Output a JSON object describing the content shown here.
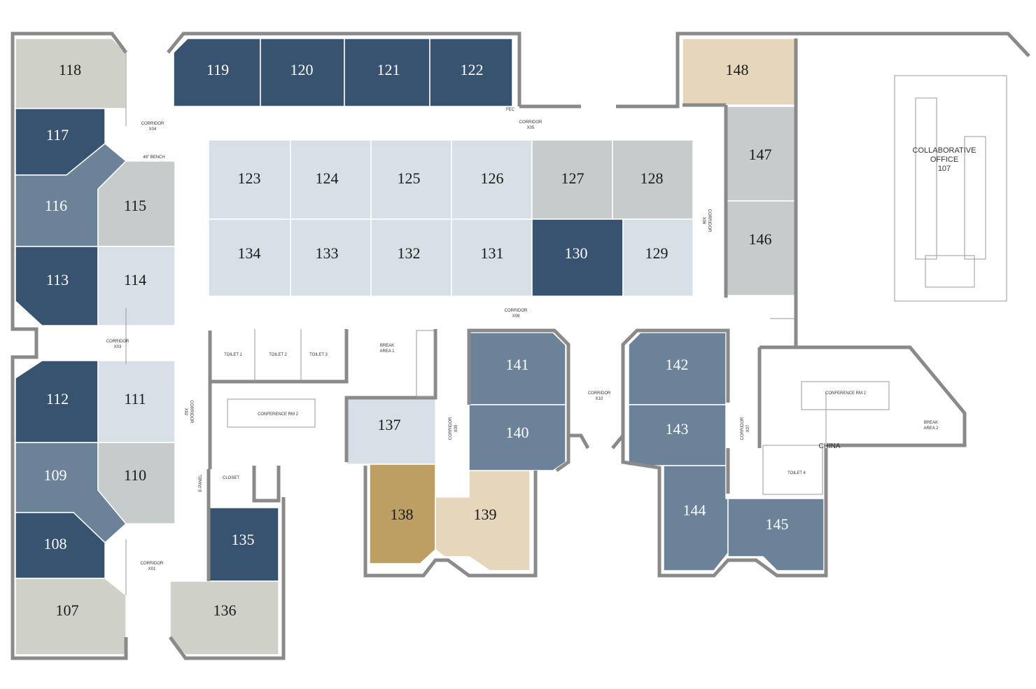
{
  "colors": {
    "navy": "#37536f",
    "slate": "#6b8299",
    "pale_blue": "#d6e0e6",
    "light_gray": "#c6cbcc",
    "warm_gray": "#cfd0c8",
    "beige": "#e6d6bc",
    "gold": "#bd9e63",
    "wall": "#8a8a8a"
  },
  "rooms": [
    {
      "id": "118",
      "color": "warm_gray",
      "text": "light"
    },
    {
      "id": "117",
      "color": "navy",
      "text": "dark"
    },
    {
      "id": "116",
      "color": "slate",
      "text": "dark"
    },
    {
      "id": "115",
      "color": "light_gray",
      "text": "light"
    },
    {
      "id": "113",
      "color": "navy",
      "text": "dark"
    },
    {
      "id": "114",
      "color": "pale_blue",
      "text": "light"
    },
    {
      "id": "112",
      "color": "navy",
      "text": "dark"
    },
    {
      "id": "111",
      "color": "pale_blue",
      "text": "light"
    },
    {
      "id": "109",
      "color": "slate",
      "text": "dark"
    },
    {
      "id": "110",
      "color": "light_gray",
      "text": "light"
    },
    {
      "id": "108",
      "color": "navy",
      "text": "dark"
    },
    {
      "id": "107",
      "color": "warm_gray",
      "text": "light"
    },
    {
      "id": "119",
      "color": "navy",
      "text": "dark"
    },
    {
      "id": "120",
      "color": "navy",
      "text": "dark"
    },
    {
      "id": "121",
      "color": "navy",
      "text": "dark"
    },
    {
      "id": "122",
      "color": "navy",
      "text": "dark"
    },
    {
      "id": "123",
      "color": "pale_blue",
      "text": "light"
    },
    {
      "id": "124",
      "color": "pale_blue",
      "text": "light"
    },
    {
      "id": "125",
      "color": "pale_blue",
      "text": "light"
    },
    {
      "id": "126",
      "color": "pale_blue",
      "text": "light"
    },
    {
      "id": "127",
      "color": "light_gray",
      "text": "light"
    },
    {
      "id": "128",
      "color": "light_gray",
      "text": "light"
    },
    {
      "id": "134",
      "color": "pale_blue",
      "text": "light"
    },
    {
      "id": "133",
      "color": "pale_blue",
      "text": "light"
    },
    {
      "id": "132",
      "color": "pale_blue",
      "text": "light"
    },
    {
      "id": "131",
      "color": "pale_blue",
      "text": "light"
    },
    {
      "id": "130",
      "color": "navy",
      "text": "dark"
    },
    {
      "id": "129",
      "color": "pale_blue",
      "text": "light"
    },
    {
      "id": "148",
      "color": "beige",
      "text": "light"
    },
    {
      "id": "147",
      "color": "light_gray",
      "text": "light"
    },
    {
      "id": "146",
      "color": "light_gray",
      "text": "light"
    },
    {
      "id": "135",
      "color": "navy",
      "text": "dark"
    },
    {
      "id": "136",
      "color": "warm_gray",
      "text": "light"
    },
    {
      "id": "137",
      "color": "pale_blue",
      "text": "light"
    },
    {
      "id": "138",
      "color": "gold",
      "text": "light"
    },
    {
      "id": "139",
      "color": "beige",
      "text": "light"
    },
    {
      "id": "141",
      "color": "slate",
      "text": "dark"
    },
    {
      "id": "140",
      "color": "slate",
      "text": "dark"
    },
    {
      "id": "142",
      "color": "slate",
      "text": "dark"
    },
    {
      "id": "143",
      "color": "slate",
      "text": "dark"
    },
    {
      "id": "144",
      "color": "slate",
      "text": "dark"
    },
    {
      "id": "145",
      "color": "slate",
      "text": "dark"
    }
  ],
  "corridors": [
    {
      "line1": "CORRIDOR",
      "line2": "X04"
    },
    {
      "line1": "CORRIDOR",
      "line2": "X05"
    },
    {
      "line1": "CORRIDOR",
      "line2": "X06"
    },
    {
      "line1": "CORRIDOR",
      "line2": "X08"
    },
    {
      "line1": "CORRIDOR",
      "line2": "X03"
    },
    {
      "line1": "CORRIDOR",
      "line2": "X02"
    },
    {
      "line1": "CORRIDOR",
      "line2": "X01"
    },
    {
      "line1": "CORRIDOR",
      "line2": "X09"
    },
    {
      "line1": "CORRIDOR",
      "line2": "X10"
    },
    {
      "line1": "CORRIDOR",
      "line2": "X07"
    }
  ],
  "small_labels": {
    "toilet_1": "TOILET 1",
    "toilet_2": "TOILET 2",
    "toilet_3": "TOILET 3",
    "toilet_4": "TOILET 4",
    "break_area_1_l1": "BREAK",
    "break_area_1_l2": "AREA 1",
    "break_area_2_l1": "BREAK",
    "break_area_2_l2": "AREA 2",
    "conf_rm_left": "CONFERENCE RM 2",
    "conf_rm_right": "CONFERENCE RM 2",
    "closet": "CLOSET",
    "e_panel": "E-PANEL",
    "fec": "FEC",
    "bench": "48\" BENCH",
    "china": "CHINA"
  },
  "collaborative": {
    "line1": "COLLABORATIVE",
    "line2": "OFFICE",
    "number": "107"
  }
}
